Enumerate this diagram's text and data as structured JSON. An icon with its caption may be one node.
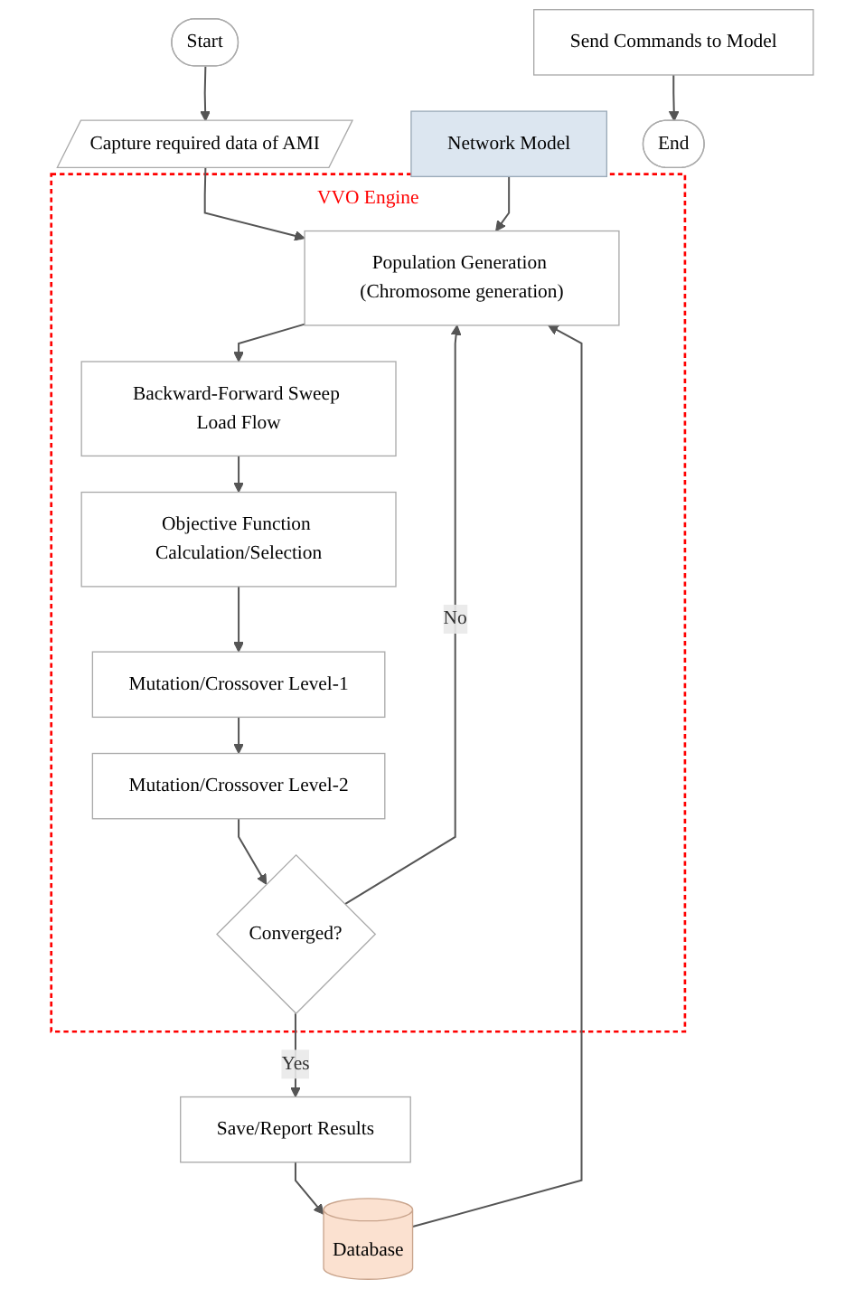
{
  "diagram": {
    "nodes": [
      {
        "text": [
          "Start"
        ]
      },
      {
        "text": [
          "Capture required data of AMI"
        ]
      },
      {
        "text": [
          "Network Model"
        ]
      },
      {
        "text": [
          "Database"
        ]
      },
      {
        "text": [
          "VVO Engine"
        ]
      },
      {
        "text": [
          "Population Generation (Chromosome generation)"
        ],
        "in": 4
      },
      {
        "text": [
          "Backward-Forward Sweep Load Flow"
        ],
        "in": 4
      },
      {
        "text": [
          "Objective Function Calculation/Selection"
        ],
        "in": 4
      },
      {
        "text": [
          "Mutation/Crossover Level-1"
        ],
        "in": 4
      },
      {
        "text": [
          "Mutation/Crossover Level-2"
        ],
        "in": 4
      },
      {
        "text": [
          "Converged?"
        ],
        "in": 4
      },
      {
        "text": [
          "Save/Report Results"
        ]
      },
      {
        "text": [
          "Send Commands to Model"
        ]
      },
      {
        "text": [
          "End"
        ]
      }
    ],
    "edges": [
      {
        "from": 0,
        "to": 1,
        "arrow": "to"
      },
      {
        "from": 1,
        "to": 5,
        "arrow": "to"
      },
      {
        "from": 2,
        "to": 5,
        "arrow": "to"
      },
      {
        "from": 3,
        "to": 5,
        "arrow": "to"
      },
      {
        "from": 5,
        "to": 6,
        "arrow": "to"
      },
      {
        "from": 6,
        "to": 7,
        "arrow": "to"
      },
      {
        "from": 7,
        "to": 8,
        "arrow": "to"
      },
      {
        "from": 8,
        "to": 9,
        "arrow": "to"
      },
      {
        "from": 9,
        "to": 10,
        "arrow": "to"
      },
      {
        "from": 10,
        "to": 5,
        "label": "No",
        "arrow": "to"
      },
      {
        "from": 10,
        "to": 11,
        "label": "Yes",
        "arrow": "to"
      },
      {
        "from": 11,
        "to": 3,
        "arrow": "to"
      },
      {
        "from": 12,
        "to": 13,
        "arrow": "to"
      }
    ]
  }
}
